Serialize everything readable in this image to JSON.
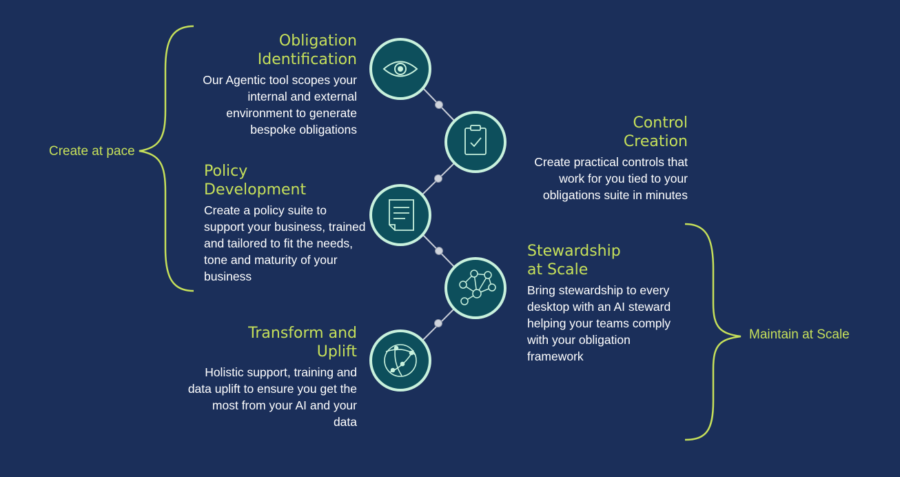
{
  "colors": {
    "background": "#1b2f5a",
    "accent": "#c6e05a",
    "node_fill": "#0d4f5c",
    "node_ring": "#c8f1dd",
    "connector": "#c9ced8",
    "text": "#ffffff"
  },
  "groups": [
    {
      "label": "Create at pace"
    },
    {
      "label": "Maintain at Scale"
    }
  ],
  "steps": [
    {
      "title_lines": [
        "Obligation",
        "Identification"
      ],
      "description": "Our Agentic tool scopes your internal and external environment to generate bespoke obligations",
      "icon": "eye-icon"
    },
    {
      "title_lines": [
        "Control",
        "Creation"
      ],
      "description": "Create practical controls that work for you tied to your obligations suite in minutes",
      "icon": "clipboard-check-icon"
    },
    {
      "title_lines": [
        "Policy",
        "Development"
      ],
      "description": "Create a policy suite to support your business, trained and tailored to fit the needs, tone and maturity of your business",
      "icon": "document-icon"
    },
    {
      "title_lines": [
        "Stewardship",
        "at Scale"
      ],
      "description": "Bring stewardship to every desktop with an AI steward helping your teams comply with your obligation framework",
      "icon": "network-people-icon"
    },
    {
      "title_lines": [
        "Transform and",
        "Uplift"
      ],
      "description": "Holistic support, training and data uplift to ensure you get the most from your AI and your data",
      "icon": "globe-network-icon"
    }
  ]
}
